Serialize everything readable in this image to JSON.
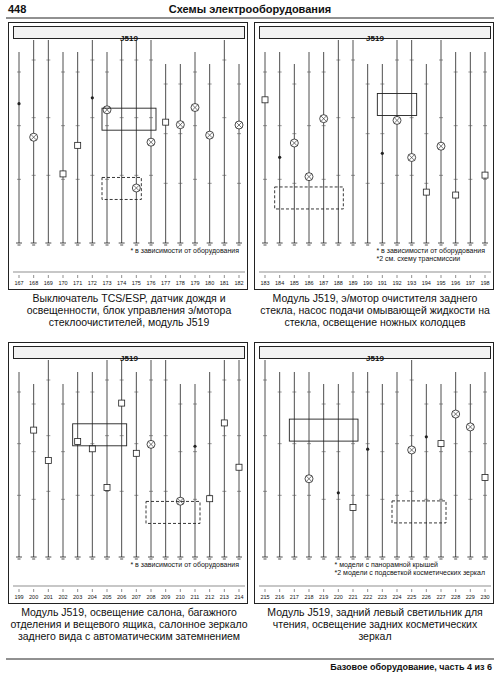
{
  "diagram": {
    "title": "Схемы электрооборудования",
    "caption": "Базовое оборудование, часть 4 из 6",
    "nodes": [
      {
        "text": [
          "Выключатель TCS/ESP, датчик дождя и освещенности, блок управления э/мотора стеклоочистителей, модуль J519",
          "* в зависимости от оборудования"
        ]
      },
      {
        "text": [
          "J519"
        ],
        "in": 0
      },
      {
        "text": [
          "Модуль J519, э/мотор очистителя заднего стекла, насос подачи омывающей жидкости на стекла, освещение ножных колодцев",
          "* в зависимости от оборудования",
          "*2 см. схему трансмиссии"
        ]
      },
      {
        "text": [
          "J519"
        ],
        "in": 2
      },
      {
        "text": [
          "Модуль J519, освещение салона, багажного отделения и вещевого ящика, салонное зеркало заднего вида с автоматическим затемнением",
          "* в зависимости от оборудования"
        ]
      },
      {
        "text": [
          "J519"
        ],
        "in": 4
      },
      {
        "text": [
          "Модуль J519, задний левый светильник для чтения, освещение задних косметических зеркал",
          "* модели с панорамной крышей",
          "*2 модели с подсветкой косметических зеркал"
        ]
      },
      {
        "text": [
          "J519"
        ],
        "in": 6
      }
    ],
    "labels": [
      "448",
      "167",
      "168",
      "169",
      "170",
      "171",
      "172",
      "173",
      "174",
      "175",
      "176",
      "177",
      "178",
      "179",
      "180",
      "181",
      "182",
      "183",
      "184",
      "185",
      "186",
      "187",
      "188",
      "189",
      "190",
      "191",
      "192",
      "193",
      "194",
      "195",
      "196",
      "197",
      "198",
      "199",
      "200",
      "201",
      "202",
      "203",
      "204",
      "205",
      "206",
      "207",
      "208",
      "209",
      "210",
      "211",
      "212",
      "213",
      "214",
      "215",
      "216",
      "217",
      "218",
      "219",
      "220",
      "221",
      "222",
      "223",
      "224",
      "225",
      "226",
      "227",
      "228",
      "229",
      "230"
    ]
  }
}
